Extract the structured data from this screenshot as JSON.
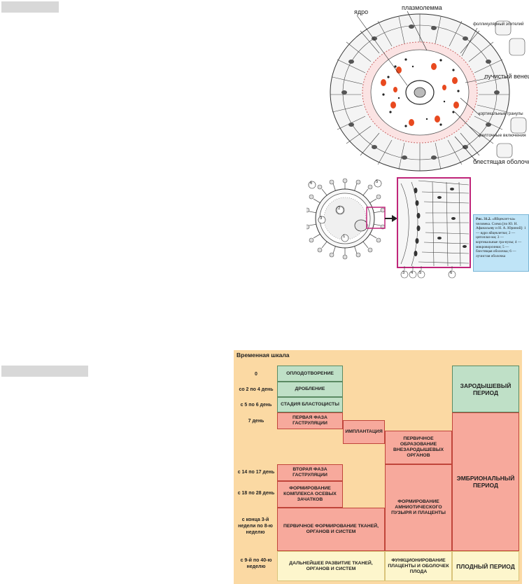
{
  "figure1": {
    "labels": {
      "nucleus": "ядро",
      "plasmalemma": "плазмолемма",
      "follicular": "фолликулярный эпителий",
      "corona": "лучистый венец",
      "cortical": "кортикальные гранулы",
      "yolk": "желточные включения",
      "zona": "блестящая оболочка"
    }
  },
  "figure2": {
    "numbers": [
      "1",
      "2",
      "3",
      "4",
      "5",
      "6"
    ],
    "caption": {
      "title": "Рис. 31.2.",
      "text": "«Яйцеклет-ка» человека. Схема [по Ю. Н. Афанасьеву и Н. А. Юриной]: 1 — ядро яйцеклетки; 2 — цитоплаз-ма; 3 — кортикальные гра-нулы; 4 — микроворсинки; 5 — блестящая оболочка; 6 — лучистая оболочка"
    }
  },
  "timeline": {
    "title": "Временная шкала",
    "rows": [
      {
        "label": "0"
      },
      {
        "label": "со 2 по 4 день"
      },
      {
        "label": "с 5 по 6 день"
      },
      {
        "label": "7 день"
      },
      {
        "label": "с 14 по 17 день"
      },
      {
        "label": "с 18 по 28 день"
      },
      {
        "label": "с конца 3-й недели по 8-ю неделю"
      },
      {
        "label": "с 9-й по 40-ю неделю"
      }
    ],
    "stages": {
      "fertilization": "ОПЛОДОТВОРЕНИЕ",
      "cleavage": "ДРОБЛЕНИЕ",
      "blastocyst": "СТАДИЯ БЛАСТОЦИСТЫ",
      "gastrulation1": "ПЕРВАЯ ФАЗА ГАСТРУЛЯЦИИ",
      "implantation": "ИМПЛАНТАЦИЯ",
      "gastrulation2": "ВТОРАЯ ФАЗА ГАСТРУЛЯЦИИ",
      "axial": "ФОРМИРОВАНИЕ КОМПЛЕКСА ОСЕВЫХ ЗАЧАТКОВ",
      "primary_tissues": "ПЕРВИЧНОЕ ФОРМИРОВАНИЕ ТКАНЕЙ, ОРГАНОВ И СИСТЕМ",
      "further": "ДАЛЬНЕЙШЕЕ РАЗВИТИЕ ТКАНЕЙ, ОРГАНОВ И СИСТЕМ",
      "extraembryonic": "ПЕРВИЧНОЕ ОБРАЗОВАНИЕ ВНЕЗАРОДЫШЕВЫХ ОРГАНОВ",
      "amnion": "ФОРМИРОВАНИЕ АМНИОТИЧЕСКОГО ПУЗЫРЯ И ПЛАЦЕНТЫ",
      "placenta_func": "ФУНКЦИОНИРОВАНИЕ ПЛАЦЕНТЫ И ОБОЛОЧЕК ПЛОДА"
    },
    "periods": {
      "germinal": "ЗАРОДЫШЕВЫЙ ПЕРИОД",
      "embryonic": "ЭМБРИОНАЛЬНЫЙ ПЕРИОД",
      "fetal": "ПЛОДНЫЙ ПЕРИОД"
    },
    "colors": {
      "background": "#fbd9a3",
      "green": "#bfe0c7",
      "pink": "#f7a99c",
      "cream": "#fdf6cc"
    }
  }
}
